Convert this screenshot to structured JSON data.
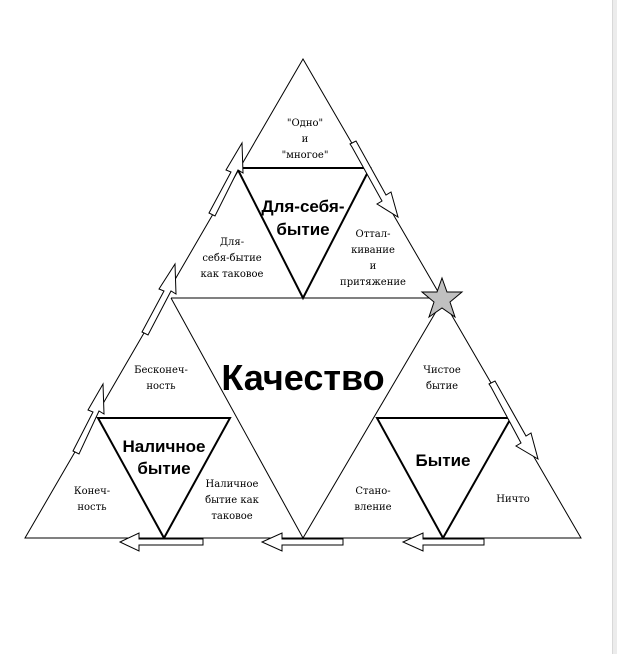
{
  "center": {
    "title": "Качество"
  },
  "triangles": {
    "top": {
      "title": [
        "Для-себя-",
        "бытие"
      ]
    },
    "left": {
      "title": [
        "Наличное",
        "бытие"
      ]
    },
    "right": {
      "title": [
        "Бытие"
      ]
    }
  },
  "labels": {
    "one_many": [
      "\"Одно\"",
      "и",
      "\"многое\""
    ],
    "for_itself_as_such": [
      "Для-",
      "себя-бытие",
      "как таковое"
    ],
    "repulsion_attraction": [
      "Оттал-",
      "кивание",
      "и",
      "притяжение"
    ],
    "infinity": [
      "Бесконеч-",
      "ность"
    ],
    "finitude": [
      "Конеч-",
      "ность"
    ],
    "being_there_as_such": [
      "Наличное",
      "бытие как",
      "таковое"
    ],
    "pure_being": [
      "Чистое",
      "бытие"
    ],
    "becoming": [
      "Стано-",
      "вление"
    ],
    "nothing": [
      "Ничто"
    ]
  },
  "colors": {
    "line": "#000000",
    "star": "#c0c0c0"
  },
  "icons": [
    "arrow-up-right-icon",
    "arrow-down-right-icon",
    "arrow-left-icon",
    "star-icon"
  ]
}
